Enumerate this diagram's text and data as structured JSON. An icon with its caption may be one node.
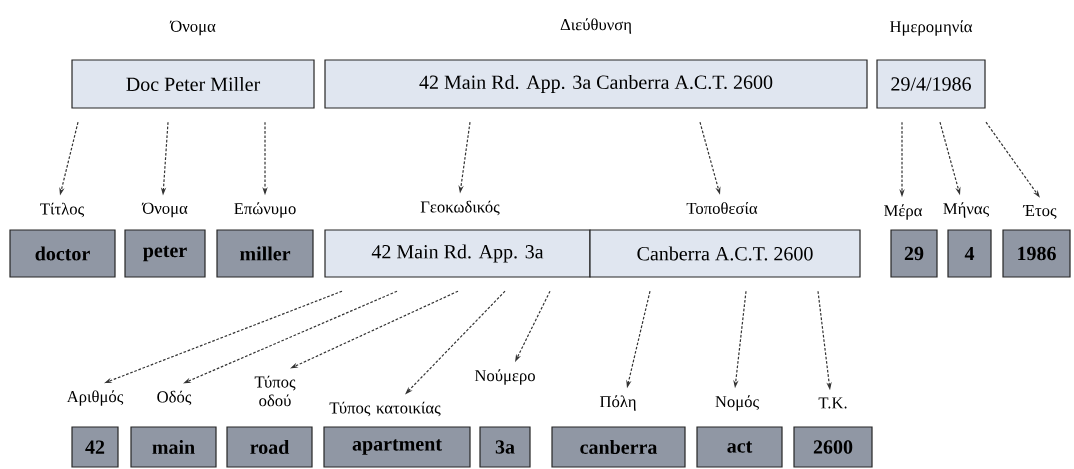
{
  "diagram": {
    "nodes": [
      {
        "text": [
          "Όνομα",
          "Doc Peter Miller"
        ]
      },
      {
        "text": [
          "Διεύθυνση",
          "42 Main Rd. App. 3a Canberra A.C.T. 2600"
        ]
      },
      {
        "text": [
          "Ημερομηνία",
          "29/4/1986"
        ]
      },
      {
        "text": [
          "Τίτλος",
          "doctor"
        ]
      },
      {
        "text": [
          "Όνομα",
          "peter"
        ]
      },
      {
        "text": [
          "Επώνυμο",
          "miller"
        ]
      },
      {
        "text": [
          "Γεοκωδικός",
          "42 Main Rd. App. 3a"
        ]
      },
      {
        "text": [
          "Τοποθεσία",
          "Canberra A.C.T. 2600"
        ]
      },
      {
        "text": [
          "Μέρα",
          "29"
        ]
      },
      {
        "text": [
          "Μήνας",
          "4"
        ]
      },
      {
        "text": [
          "Έτος",
          "1986"
        ]
      },
      {
        "text": [
          "Αριθμός",
          "42"
        ]
      },
      {
        "text": [
          "Οδός",
          "main"
        ]
      },
      {
        "text": [
          "Τύπος οδού",
          "road"
        ]
      },
      {
        "text": [
          "Τύπος κατοικίας",
          "apartment"
        ]
      },
      {
        "text": [
          "Νούμερο",
          "3a"
        ]
      },
      {
        "text": [
          "Πόλη",
          "canberra"
        ]
      },
      {
        "text": [
          "Νομός",
          "act"
        ]
      },
      {
        "text": [
          "Τ.Κ.",
          "2600"
        ]
      }
    ],
    "edges": [
      {
        "from": 0,
        "to": 3,
        "arrow": "to",
        "style": "dashed"
      },
      {
        "from": 0,
        "to": 4,
        "arrow": "to",
        "style": "dashed"
      },
      {
        "from": 0,
        "to": 5,
        "arrow": "to",
        "style": "dashed"
      },
      {
        "from": 1,
        "to": 6,
        "arrow": "to",
        "style": "dashed"
      },
      {
        "from": 1,
        "to": 7,
        "arrow": "to",
        "style": "dashed"
      },
      {
        "from": 2,
        "to": 8,
        "arrow": "to",
        "style": "dashed"
      },
      {
        "from": 2,
        "to": 9,
        "arrow": "to",
        "style": "dashed"
      },
      {
        "from": 2,
        "to": 10,
        "arrow": "to",
        "style": "dashed"
      },
      {
        "from": 6,
        "to": 11,
        "arrow": "to",
        "style": "dashed"
      },
      {
        "from": 6,
        "to": 12,
        "arrow": "to",
        "style": "dashed"
      },
      {
        "from": 6,
        "to": 13,
        "arrow": "to",
        "style": "dashed"
      },
      {
        "from": 6,
        "to": 14,
        "arrow": "to",
        "style": "dashed"
      },
      {
        "from": 6,
        "to": 15,
        "arrow": "to",
        "style": "dashed"
      },
      {
        "from": 7,
        "to": 16,
        "arrow": "to",
        "style": "dashed"
      },
      {
        "from": 7,
        "to": 17,
        "arrow": "to",
        "style": "dashed"
      },
      {
        "from": 7,
        "to": 18,
        "arrow": "to",
        "style": "dashed"
      }
    ]
  }
}
